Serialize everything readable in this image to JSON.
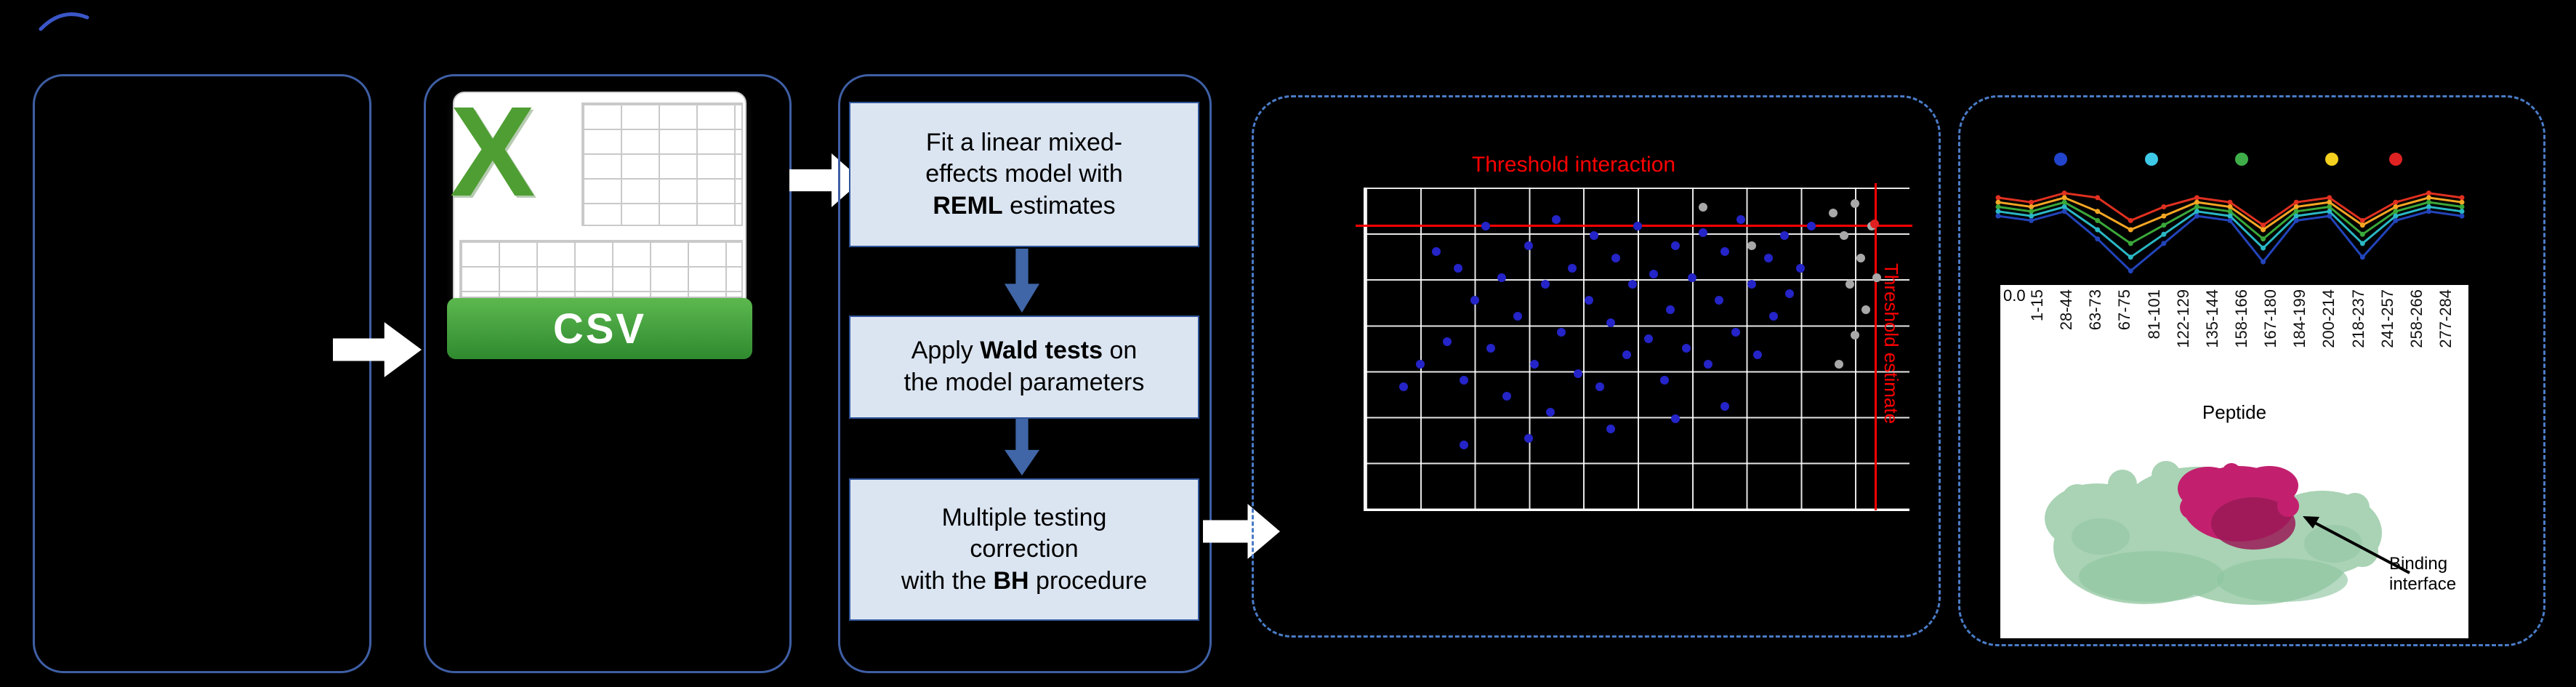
{
  "colors": {
    "background": "#000000",
    "panel_border": "#3f5fa5",
    "dashed_border": "#4a7cc7",
    "step_box_fill": "#dbe5f1",
    "step_box_border": "#30549a",
    "white_arrow": "#ffffff",
    "blue_arrow": "#4066a8",
    "threshold_red": "#ff0000",
    "scatter_blue": "#2424c8",
    "scatter_gray": "#a8a8a8",
    "csv_green": "#3f9a3a",
    "protein_green": "#a9d3b4",
    "protein_magenta": "#c2206e"
  },
  "csv": {
    "x_letter": "X",
    "label": "CSV"
  },
  "pipeline": {
    "box1": {
      "line1": "Fit a linear mixed-",
      "line2": "effects model with",
      "line3_bold": "REML",
      "line3_rest": " estimates"
    },
    "box2": {
      "line1_pre": "Apply ",
      "line1_bold": "Wald tests",
      "line1_post": " on",
      "line2": "the model parameters"
    },
    "box3": {
      "line1": "Multiple testing",
      "line2": "correction",
      "line3_pre": "with the ",
      "line3_bold": "BH",
      "line3_post": " procedure"
    }
  },
  "scatter": {
    "type": "scatter",
    "title": "Threshold interaction",
    "side_label": "Threshold estimate",
    "threshold_y": 0.115,
    "threshold_x": 0.936,
    "points": [
      {
        "x": 0.07,
        "y": 0.62,
        "c": "b"
      },
      {
        "x": 0.1,
        "y": 0.55,
        "c": "b"
      },
      {
        "x": 0.13,
        "y": 0.2,
        "c": "b"
      },
      {
        "x": 0.15,
        "y": 0.48,
        "c": "b"
      },
      {
        "x": 0.17,
        "y": 0.25,
        "c": "b"
      },
      {
        "x": 0.18,
        "y": 0.6,
        "c": "b"
      },
      {
        "x": 0.2,
        "y": 0.35,
        "c": "b"
      },
      {
        "x": 0.22,
        "y": 0.12,
        "c": "b"
      },
      {
        "x": 0.23,
        "y": 0.5,
        "c": "b"
      },
      {
        "x": 0.25,
        "y": 0.28,
        "c": "b"
      },
      {
        "x": 0.26,
        "y": 0.65,
        "c": "b"
      },
      {
        "x": 0.28,
        "y": 0.4,
        "c": "b"
      },
      {
        "x": 0.3,
        "y": 0.18,
        "c": "b"
      },
      {
        "x": 0.31,
        "y": 0.55,
        "c": "b"
      },
      {
        "x": 0.33,
        "y": 0.3,
        "c": "b"
      },
      {
        "x": 0.34,
        "y": 0.7,
        "c": "b"
      },
      {
        "x": 0.35,
        "y": 0.1,
        "c": "b"
      },
      {
        "x": 0.36,
        "y": 0.45,
        "c": "b"
      },
      {
        "x": 0.38,
        "y": 0.25,
        "c": "b"
      },
      {
        "x": 0.39,
        "y": 0.58,
        "c": "b"
      },
      {
        "x": 0.41,
        "y": 0.35,
        "c": "b"
      },
      {
        "x": 0.42,
        "y": 0.15,
        "c": "b"
      },
      {
        "x": 0.43,
        "y": 0.62,
        "c": "b"
      },
      {
        "x": 0.45,
        "y": 0.42,
        "c": "b"
      },
      {
        "x": 0.46,
        "y": 0.22,
        "c": "b"
      },
      {
        "x": 0.48,
        "y": 0.52,
        "c": "b"
      },
      {
        "x": 0.49,
        "y": 0.3,
        "c": "b"
      },
      {
        "x": 0.5,
        "y": 0.12,
        "c": "b"
      },
      {
        "x": 0.52,
        "y": 0.47,
        "c": "b"
      },
      {
        "x": 0.53,
        "y": 0.27,
        "c": "b"
      },
      {
        "x": 0.55,
        "y": 0.6,
        "c": "b"
      },
      {
        "x": 0.56,
        "y": 0.38,
        "c": "b"
      },
      {
        "x": 0.57,
        "y": 0.18,
        "c": "b"
      },
      {
        "x": 0.59,
        "y": 0.5,
        "c": "b"
      },
      {
        "x": 0.6,
        "y": 0.28,
        "c": "b"
      },
      {
        "x": 0.62,
        "y": 0.14,
        "c": "b"
      },
      {
        "x": 0.63,
        "y": 0.55,
        "c": "b"
      },
      {
        "x": 0.65,
        "y": 0.35,
        "c": "b"
      },
      {
        "x": 0.66,
        "y": 0.2,
        "c": "b"
      },
      {
        "x": 0.68,
        "y": 0.45,
        "c": "b"
      },
      {
        "x": 0.69,
        "y": 0.1,
        "c": "b"
      },
      {
        "x": 0.71,
        "y": 0.3,
        "c": "b"
      },
      {
        "x": 0.72,
        "y": 0.52,
        "c": "b"
      },
      {
        "x": 0.74,
        "y": 0.22,
        "c": "b"
      },
      {
        "x": 0.75,
        "y": 0.4,
        "c": "b"
      },
      {
        "x": 0.77,
        "y": 0.15,
        "c": "b"
      },
      {
        "x": 0.78,
        "y": 0.33,
        "c": "b"
      },
      {
        "x": 0.8,
        "y": 0.25,
        "c": "b"
      },
      {
        "x": 0.82,
        "y": 0.12,
        "c": "b"
      },
      {
        "x": 0.57,
        "y": 0.72,
        "c": "b"
      },
      {
        "x": 0.3,
        "y": 0.78,
        "c": "b"
      },
      {
        "x": 0.18,
        "y": 0.8,
        "c": "b"
      },
      {
        "x": 0.66,
        "y": 0.68,
        "c": "b"
      },
      {
        "x": 0.45,
        "y": 0.75,
        "c": "b"
      },
      {
        "x": 0.86,
        "y": 0.08,
        "c": "g"
      },
      {
        "x": 0.88,
        "y": 0.15,
        "c": "g"
      },
      {
        "x": 0.9,
        "y": 0.05,
        "c": "g"
      },
      {
        "x": 0.91,
        "y": 0.22,
        "c": "g"
      },
      {
        "x": 0.89,
        "y": 0.3,
        "c": "g"
      },
      {
        "x": 0.92,
        "y": 0.38,
        "c": "g"
      },
      {
        "x": 0.9,
        "y": 0.46,
        "c": "g"
      },
      {
        "x": 0.93,
        "y": 0.12,
        "c": "g"
      },
      {
        "x": 0.87,
        "y": 0.55,
        "c": "g"
      },
      {
        "x": 0.94,
        "y": 0.28,
        "c": "g"
      },
      {
        "x": 0.71,
        "y": 0.18,
        "c": "g"
      },
      {
        "x": 0.62,
        "y": 0.06,
        "c": "g"
      },
      {
        "x": 0.936,
        "y": 0.114,
        "c": "r"
      }
    ]
  },
  "profile": {
    "type": "line",
    "ytick": "0.0",
    "xlabel": "Peptide",
    "categories": [
      "1-15",
      "28-44",
      "63-73",
      "67-75",
      "81-101",
      "122-129",
      "135-144",
      "158-166",
      "167-180",
      "184-199",
      "200-214",
      "218-237",
      "241-257",
      "258-266",
      "277-284"
    ],
    "legend_colors": [
      "#2244cc",
      "#3ec9e8",
      "#3fae49",
      "#f4d01f",
      "#e02222"
    ],
    "series": [
      {
        "name": "red",
        "color": "#e03020",
        "values": [
          0.85,
          0.8,
          0.9,
          0.85,
          0.6,
          0.75,
          0.85,
          0.8,
          0.55,
          0.8,
          0.85,
          0.6,
          0.8,
          0.9,
          0.85
        ]
      },
      {
        "name": "orange",
        "color": "#f5a623",
        "values": [
          0.8,
          0.75,
          0.85,
          0.7,
          0.5,
          0.65,
          0.8,
          0.75,
          0.5,
          0.75,
          0.8,
          0.55,
          0.75,
          0.85,
          0.8
        ]
      },
      {
        "name": "green",
        "color": "#3aa83a",
        "values": [
          0.75,
          0.7,
          0.8,
          0.6,
          0.35,
          0.55,
          0.75,
          0.7,
          0.4,
          0.7,
          0.75,
          0.45,
          0.7,
          0.8,
          0.75
        ]
      },
      {
        "name": "cyan",
        "color": "#2ab8c5",
        "values": [
          0.7,
          0.65,
          0.75,
          0.5,
          0.2,
          0.45,
          0.7,
          0.65,
          0.3,
          0.65,
          0.7,
          0.35,
          0.65,
          0.75,
          0.7
        ]
      },
      {
        "name": "blue",
        "color": "#2244bb",
        "values": [
          0.65,
          0.6,
          0.7,
          0.4,
          0.05,
          0.35,
          0.65,
          0.6,
          0.15,
          0.6,
          0.65,
          0.2,
          0.6,
          0.7,
          0.65
        ]
      }
    ]
  },
  "protein": {
    "annotation_line1": "Binding",
    "annotation_line2": "interface"
  }
}
